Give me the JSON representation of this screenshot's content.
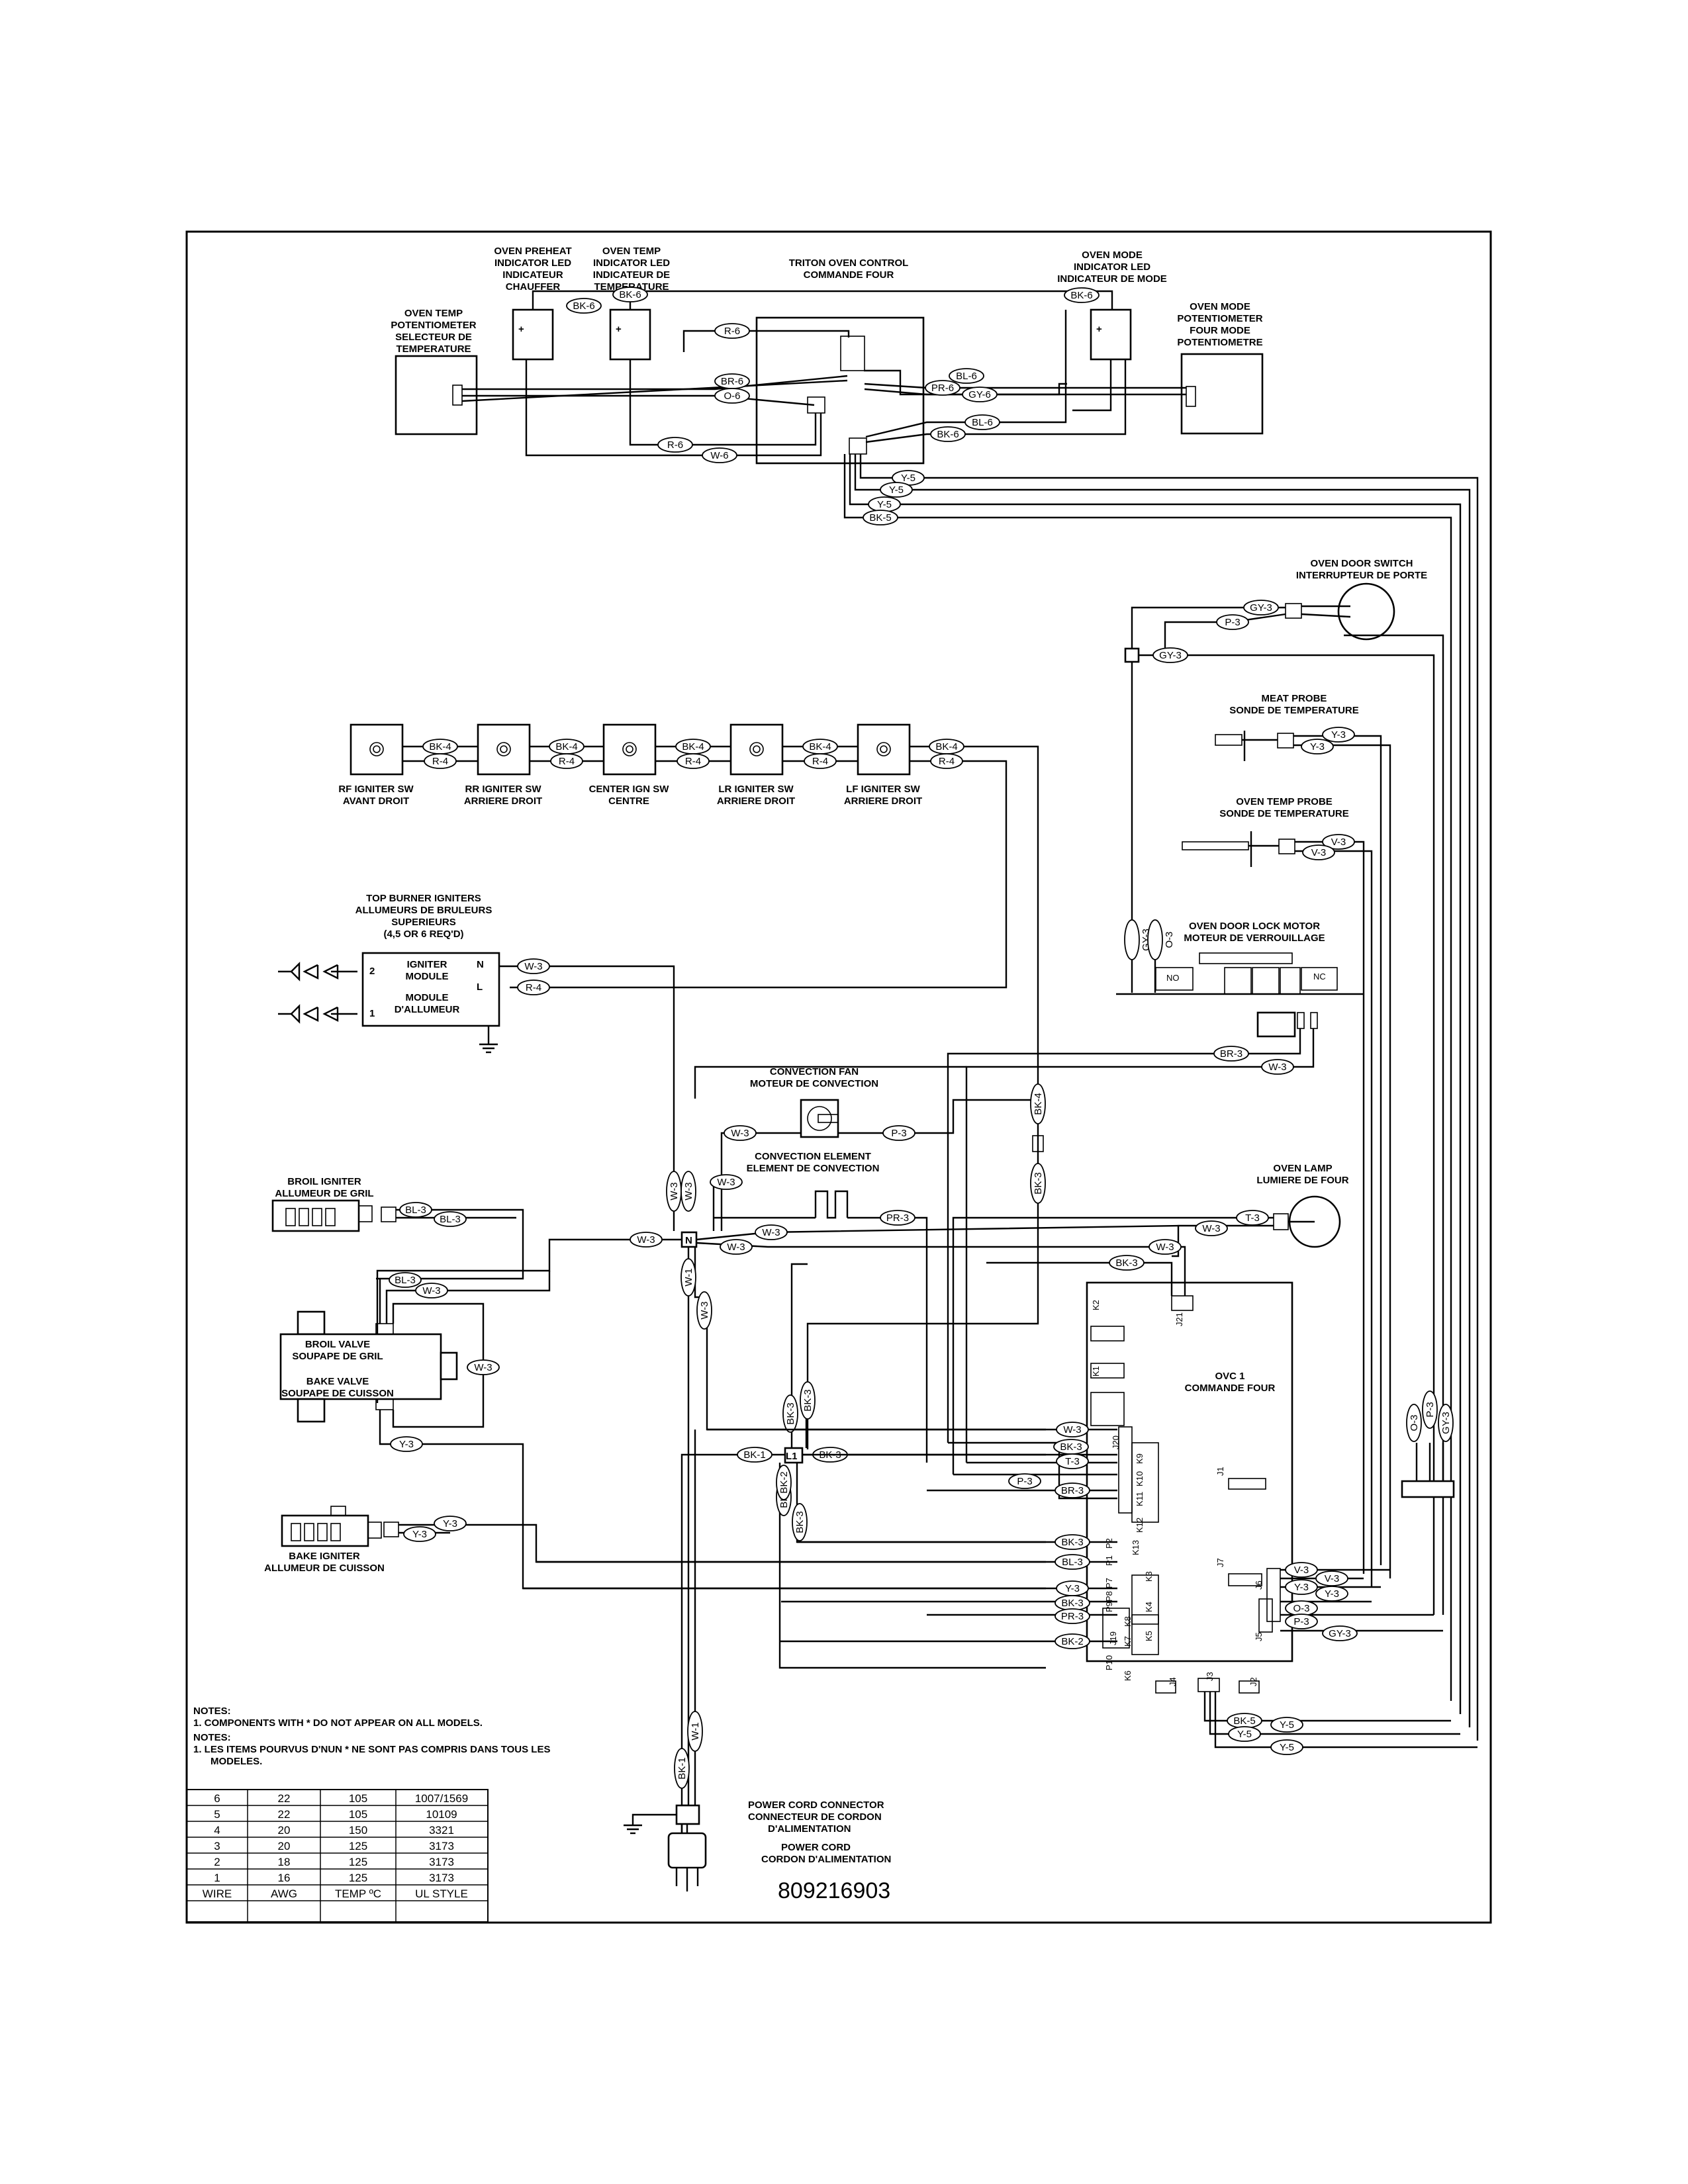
{
  "part_number": "809216903",
  "components": {
    "oven_temp_pot": [
      "OVEN TEMP",
      "POTENTIOMETER",
      "SELECTEUR DE",
      "TEMPERATURE"
    ],
    "preheat_led": [
      "OVEN PREHEAT",
      "INDICATOR LED",
      "INDICATEUR",
      "CHAUFFER"
    ],
    "temp_led": [
      "OVEN TEMP",
      "INDICATOR LED",
      "INDICATEUR DE",
      "TEMPERATURE"
    ],
    "triton_control": [
      "TRITON OVEN CONTROL",
      "COMMANDE FOUR"
    ],
    "mode_led": [
      "OVEN MODE",
      "INDICATOR LED",
      "INDICATEUR DE MODE"
    ],
    "mode_pot": [
      "OVEN MODE",
      "POTENTIOMETER",
      "FOUR MODE",
      "POTENTIOMETRE"
    ],
    "door_switch": [
      "OVEN DOOR SWITCH",
      "INTERRUPTEUR DE PORTE"
    ],
    "meat_probe": [
      "MEAT PROBE",
      "SONDE DE TEMPERATURE"
    ],
    "temp_probe": [
      "OVEN TEMP PROBE",
      "SONDE DE TEMPERATURE"
    ],
    "door_lock": [
      "OVEN DOOR LOCK MOTOR",
      "MOTEUR DE VERROUILLAGE"
    ],
    "igniter_switches": [
      [
        "RF IGNITER SW",
        "AVANT DROIT"
      ],
      [
        "RR IGNITER SW",
        "ARRIERE DROIT"
      ],
      [
        "CENTER IGN SW",
        "CENTRE"
      ],
      [
        "LR IGNITER SW",
        "ARRIERE DROIT"
      ],
      [
        "LF IGNITER SW",
        "ARRIERE DROIT"
      ]
    ],
    "top_igniters": [
      "TOP BURNER IGNITERS",
      "ALLUMEURS DE BRULEURS",
      "SUPERIEURS",
      "(4,5 OR 6 REQ'D)"
    ],
    "igniter_module": [
      "IGNITER",
      "MODULE",
      "MODULE",
      "D'ALLUMEUR"
    ],
    "convection_fan": [
      "CONVECTION FAN",
      "MOTEUR DE CONVECTION"
    ],
    "convection_element": [
      "CONVECTION ELEMENT",
      "ELEMENT DE CONVECTION"
    ],
    "oven_lamp": [
      "OVEN LAMP",
      "LUMIERE DE FOUR"
    ],
    "broil_igniter": [
      "BROIL IGNITER",
      "ALLUMEUR DE GRIL"
    ],
    "broil_valve": [
      "BROIL VALVE",
      "SOUPAPE DE GRIL"
    ],
    "bake_valve": [
      "BAKE VALVE",
      "SOUPAPE DE CUISSON"
    ],
    "bake_igniter": [
      "BAKE IGNITER",
      "ALLUMEUR DE CUISSON"
    ],
    "ovc": [
      "OVC 1",
      "COMMANDE FOUR"
    ],
    "power_cord_connector": [
      "POWER CORD CONNECTOR",
      "CONNECTEUR DE CORDON",
      "D'ALIMENTATION"
    ],
    "power_cord": [
      "POWER CORD",
      "CORDON D'ALIMENTATION"
    ]
  },
  "pins": {
    "led_plus": "+",
    "n": "N",
    "l": "L",
    "l1": "L1",
    "no": "NO",
    "nc": "NC",
    "p2": "2",
    "p1": "1"
  },
  "relays": [
    "K2",
    "K1",
    "K9",
    "K10",
    "K11",
    "K12",
    "K13",
    "K3",
    "K4",
    "K5",
    "K8",
    "K7",
    "K6"
  ],
  "connectors": [
    "J21",
    "J20",
    "J1",
    "J7",
    "J6",
    "J5",
    "J19",
    "J4",
    "J3",
    "J2",
    "P2",
    "P1",
    "P7",
    "P8",
    "P9",
    "P10"
  ],
  "wire_labels": {
    "bk6": "BK-6",
    "r6": "R-6",
    "br6": "BR-6",
    "o6": "O-6",
    "w6": "W-6",
    "pr6": "PR-6",
    "bl6": "BL-6",
    "gy6": "GY-6",
    "y5": "Y-5",
    "bk5": "BK-5",
    "gy3": "GY-3",
    "p3": "P-3",
    "y3": "Y-3",
    "v3": "V-3",
    "o3": "O-3",
    "br3": "BR-3",
    "w3": "W-3",
    "bk4": "BK-4",
    "r4": "R-4",
    "bl3": "BL-3",
    "pr3": "PR-3",
    "t3": "T-3",
    "bk3": "BK-3",
    "bk1": "BK-1",
    "w1": "W-1",
    "bk2": "BK-2"
  },
  "notes": {
    "heading": "NOTES:",
    "en": "1.   COMPONENTS WITH * DO NOT APPEAR ON ALL MODELS.",
    "heading_fr": "NOTES:",
    "fr1": "1.   LES ITEMS POURVUS D'NUN * NE SONT PAS COMPRIS DANS TOUS LES",
    "fr2": "MODELES."
  },
  "wire_table": {
    "headers": [
      "WIRE",
      "AWG",
      "TEMP ºC",
      "UL STYLE"
    ],
    "rows": [
      [
        "6",
        "22",
        "105",
        "1007/1569"
      ],
      [
        "5",
        "22",
        "105",
        "10109"
      ],
      [
        "4",
        "20",
        "150",
        "3321"
      ],
      [
        "3",
        "20",
        "125",
        "3173"
      ],
      [
        "2",
        "18",
        "125",
        "3173"
      ],
      [
        "1",
        "16",
        "125",
        "3173"
      ]
    ]
  }
}
